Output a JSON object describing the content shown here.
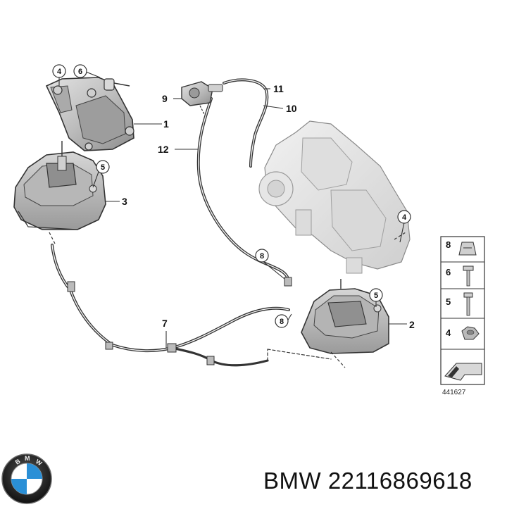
{
  "diagram": {
    "callouts": [
      {
        "id": "c1",
        "label": "1"
      },
      {
        "id": "c2",
        "label": "2"
      },
      {
        "id": "c3",
        "label": "3"
      },
      {
        "id": "c7",
        "label": "7"
      },
      {
        "id": "c9",
        "label": "9"
      },
      {
        "id": "c10",
        "label": "10"
      },
      {
        "id": "c11",
        "label": "11"
      },
      {
        "id": "c12",
        "label": "12"
      }
    ],
    "circled_callouts": [
      {
        "id": "k4a",
        "label": "4"
      },
      {
        "id": "k6",
        "label": "6"
      },
      {
        "id": "k5a",
        "label": "5"
      },
      {
        "id": "k8a",
        "label": "8"
      },
      {
        "id": "k8b",
        "label": "8"
      },
      {
        "id": "k4b",
        "label": "4"
      },
      {
        "id": "k5b",
        "label": "5"
      }
    ],
    "legend": {
      "items": [
        "8",
        "6",
        "5",
        "4"
      ],
      "part_number": "441627"
    }
  },
  "brand": {
    "logo_letters": "BMW",
    "part_text": "BMW 22116869618"
  },
  "colors": {
    "line": "#333333",
    "part_fill": "#c8c8c8",
    "part_dark": "#8c8c8c",
    "engine_fill": "#e3e3e3",
    "logo_blue": "#2a8fd6"
  }
}
